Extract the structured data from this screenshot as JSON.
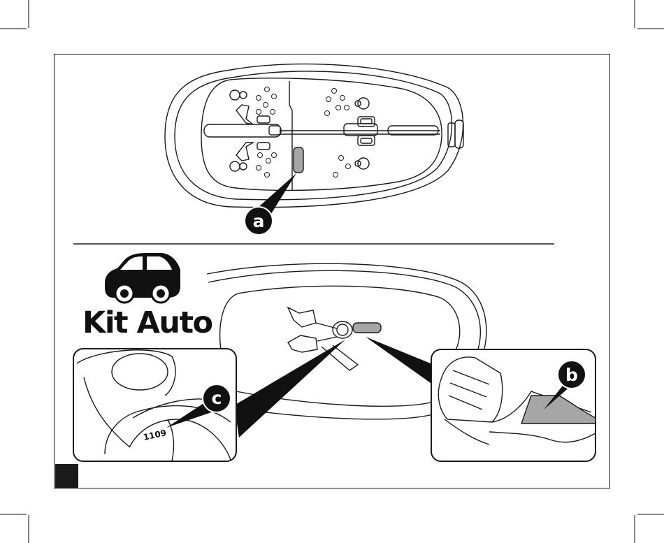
{
  "section": {
    "title": "Kit Auto",
    "icon": "car-icon"
  },
  "callouts": {
    "a": "a",
    "b": "b",
    "c": "c"
  },
  "detail_marking": "1109",
  "colors": {
    "ink": "#1a1a1a",
    "highlight": "#a6a6a6",
    "paper": "#ffffff"
  }
}
